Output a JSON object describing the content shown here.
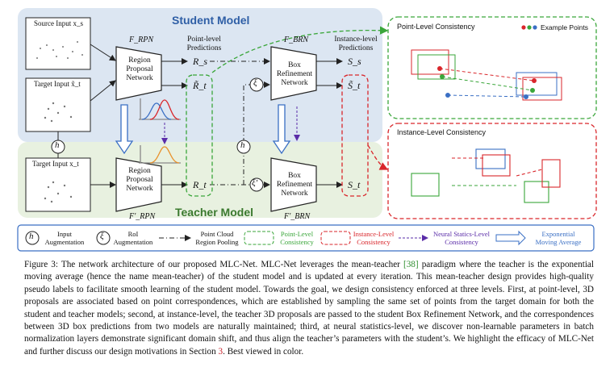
{
  "student": {
    "title": "Student Model",
    "rpn_sub": "F_RPN",
    "rpn_label": "Region\nProposal\nNetwork",
    "brn_sub": "F_BRN",
    "brn_label": "Box\nRefinement\nNetwork"
  },
  "teacher": {
    "title": "Teacher Model",
    "rpn_sub": "F'_RPN",
    "rpn_label": "Region\nProposal\nNetwork",
    "brn_sub": "F'_BRN",
    "brn_label": "Box\nRefinement\nNetwork"
  },
  "inputs": {
    "source": "Source Input x_s",
    "target_student": "Target Input x̃_t",
    "target_teacher": "Target Input x_t"
  },
  "headers": {
    "point_pred": "Point-level\nPredictions",
    "instance_pred": "Instance-level\nPredictions"
  },
  "symbols": {
    "rs": "R_s",
    "rt_tilde": "R̃_t",
    "rt": "R_t",
    "ss": "S_s",
    "st_tilde": "S̃_t",
    "st": "S_t",
    "xi": "ξ",
    "xi_prime": "ξ'",
    "h": "h"
  },
  "panels": {
    "point_title": "Point-Level Consistency",
    "point_legend": "Example Points",
    "instance_title": "Instance-Level Consistency"
  },
  "legend": {
    "h_label": "Input\nAugmentation",
    "xi_label": "RoI\nAugmentation",
    "pool_label": "Point Cloud\nRegion Pooling",
    "point_label": "Point-Level\nConsistency",
    "instance_label": "Instance-Level\nConsistency",
    "neural_label": "Neural Statics-Level\nConsistency",
    "ema_label": "Exponential\nMoving Average"
  },
  "colors": {
    "student_bg": "#dce6f2",
    "teacher_bg": "#e8f1e0",
    "green_dash": "#3aa63a",
    "red_dash": "#d9262b",
    "purple": "#5a2ca8",
    "blue": "#3a6fc4"
  },
  "caption": {
    "label": "Figure 3:",
    "part1": "The network architecture of our proposed MLC-Net. MLC-Net leverages the mean-teacher",
    "cite": "[38]",
    "part2": "paradigm where the teacher is the exponential moving average (hence the name mean-teacher) of the student model and is updated at every iteration. This mean-teacher design provides high-quality pseudo labels to facilitate smooth learning of the student model. Towards the goal, we design consistency enforced at three levels. First, at point-level, 3D proposals are associated based on point correspondences, which are established by sampling the same set of points from the target domain for both the student and teacher models; second, at instance-level, the teacher 3D proposals are passed to the student Box Refinement Network, and the correspondences between 3D box predictions from two models are naturally maintained; third, at neural statistics-level, we discover non-learnable parameters in batch normalization layers demonstrate significant domain shift, and thus align the teacher’s parameters with the student’s. We highlight the efficacy of MLC-Net and further discuss our design motivations in Section",
    "secref": "3",
    "part3": ". Best viewed in color."
  }
}
